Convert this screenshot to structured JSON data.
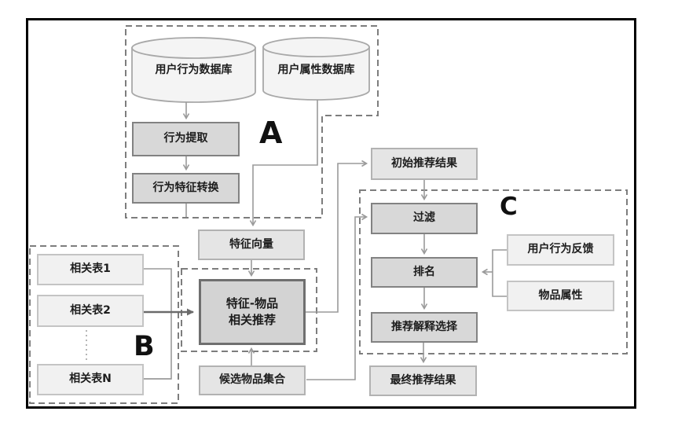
{
  "figure": {
    "type": "flowchart",
    "groups": {
      "a": "A",
      "b": "B",
      "c": "C"
    },
    "nodes": {
      "db_user_behavior": "用户行为数据库",
      "db_user_attr": "用户属性数据库",
      "behavior_extract": "行为提取",
      "behavior_feature_transform": "行为特征转换",
      "feature_vector": "特征向量",
      "related_table_1": "相关表1",
      "related_table_2": "相关表2",
      "related_table_n": "相关表N",
      "feature_item_recommend": "特征-物品\n相关推荐",
      "candidate_items": "候选物品集合",
      "initial_result": "初始推荐结果",
      "filter": "过滤",
      "rank": "排名",
      "explain_select": "推荐解释选择",
      "final_result": "最终推荐结果",
      "user_feedback": "用户行为反馈",
      "item_attr": "物品属性"
    },
    "colors": {
      "frame": "#000000",
      "dashed_outline": "#7d7d7d",
      "connector": "#9a9a9a",
      "emphasis_arrow": "#6b6b6b",
      "process_fill": "#d8d8d8",
      "process_border": "#828282",
      "result_fill": "#e5e5e5",
      "source_fill": "#f1f1f1"
    }
  }
}
